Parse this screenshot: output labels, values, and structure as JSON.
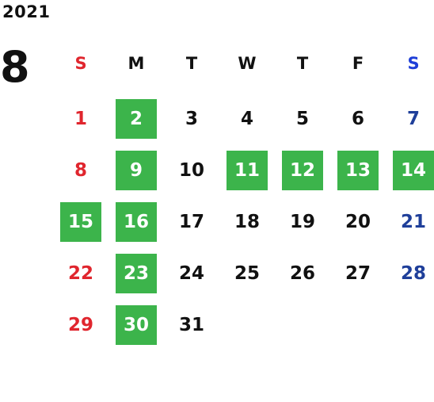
{
  "year": "2021",
  "month": "8",
  "weekday_headers": [
    "S",
    "M",
    "T",
    "W",
    "T",
    "F",
    "S"
  ],
  "weeks": [
    [
      "1",
      "2",
      "3",
      "4",
      "5",
      "6",
      "7"
    ],
    [
      "8",
      "9",
      "10",
      "11",
      "12",
      "13",
      "14"
    ],
    [
      "15",
      "16",
      "17",
      "18",
      "19",
      "20",
      "21"
    ],
    [
      "22",
      "23",
      "24",
      "25",
      "26",
      "27",
      "28"
    ],
    [
      "29",
      "30",
      "31",
      "",
      "",
      "",
      ""
    ]
  ],
  "highlighted_days": [
    "2",
    "9",
    "11",
    "12",
    "13",
    "14",
    "15",
    "16",
    "23",
    "30"
  ],
  "colors": {
    "sunday": "#e0262e",
    "saturday": "#1f3f9a",
    "saturday_header": "#1f3fd8",
    "weekday": "#111111",
    "highlight_bg": "#3cb44b",
    "highlight_text": "#ffffff"
  }
}
